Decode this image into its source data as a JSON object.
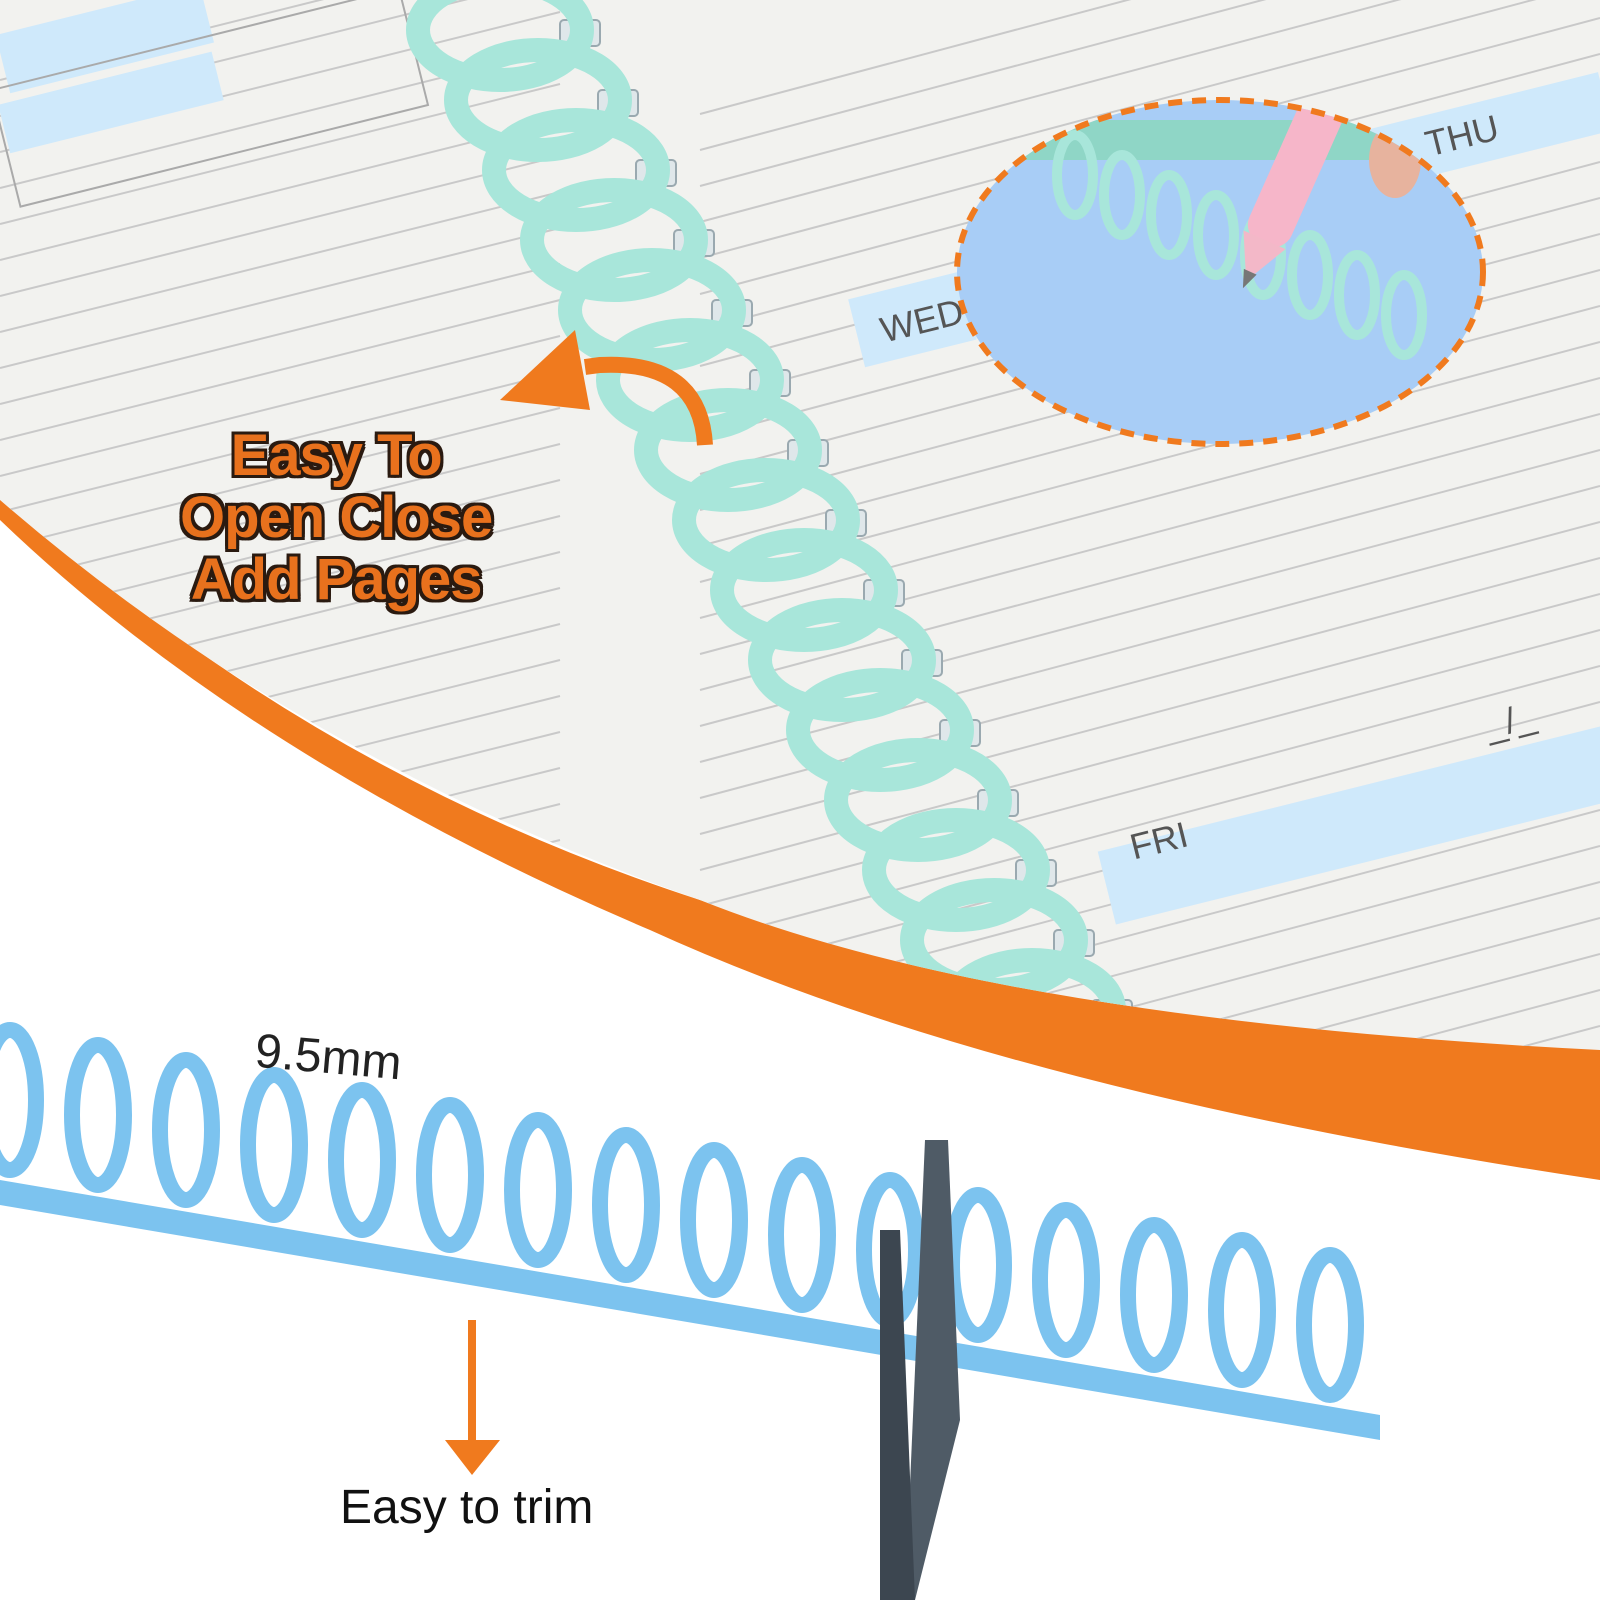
{
  "planner": {
    "days": {
      "wed": "WED",
      "thu": "THU",
      "fri": "FRI"
    },
    "date_placeholder": "_/_"
  },
  "callouts": {
    "open_close": [
      "Easy To",
      "Open Close",
      "Add Pages"
    ],
    "size": "9.5mm",
    "trim": "Easy to trim"
  },
  "colors": {
    "accent_orange": "#f07a1e",
    "teal_binding": "#a8e6da",
    "blue_binding": "#7cc3ef",
    "planner_highlight": "#cfe9fb"
  }
}
